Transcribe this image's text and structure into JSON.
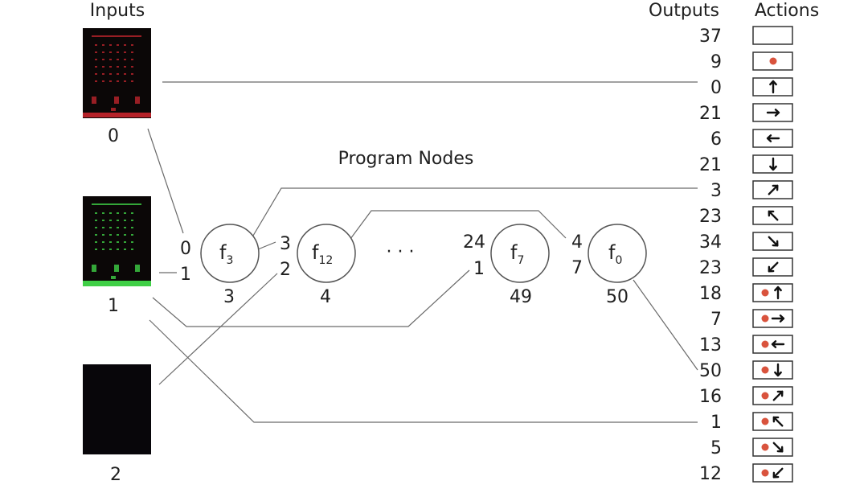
{
  "headers": {
    "inputs": "Inputs",
    "outputs": "Outputs",
    "actions": "Actions",
    "program_nodes": "Program Nodes"
  },
  "inputs": [
    {
      "label": "0",
      "screen": "red-invaders"
    },
    {
      "label": "1",
      "screen": "green-invaders"
    },
    {
      "label": "2",
      "screen": "black"
    }
  ],
  "nodes": [
    {
      "fn": "f",
      "sub": "3",
      "in_a": "0",
      "in_b": "1",
      "index": "3"
    },
    {
      "fn": "f",
      "sub": "12",
      "in_a": "3",
      "in_b": "2",
      "index": "4"
    },
    {
      "fn": "f",
      "sub": "7",
      "in_a": "24",
      "in_b": "1",
      "index": "49"
    },
    {
      "fn": "f",
      "sub": "0",
      "in_a": "4",
      "in_b": "7",
      "index": "50"
    }
  ],
  "ellipsis": "· · ·",
  "outputs": [
    "37",
    "9",
    "0",
    "21",
    "6",
    "21",
    "3",
    "23",
    "34",
    "23",
    "18",
    "7",
    "13",
    "50",
    "16",
    "1",
    "5",
    "12"
  ],
  "actions": [
    {
      "fire": false,
      "dir": "none"
    },
    {
      "fire": true,
      "dir": "none"
    },
    {
      "fire": false,
      "dir": "up"
    },
    {
      "fire": false,
      "dir": "right"
    },
    {
      "fire": false,
      "dir": "left"
    },
    {
      "fire": false,
      "dir": "down"
    },
    {
      "fire": false,
      "dir": "up-right"
    },
    {
      "fire": false,
      "dir": "up-left"
    },
    {
      "fire": false,
      "dir": "down-right"
    },
    {
      "fire": false,
      "dir": "down-left"
    },
    {
      "fire": true,
      "dir": "up"
    },
    {
      "fire": true,
      "dir": "right"
    },
    {
      "fire": true,
      "dir": "left"
    },
    {
      "fire": true,
      "dir": "down"
    },
    {
      "fire": true,
      "dir": "up-right"
    },
    {
      "fire": true,
      "dir": "up-left"
    },
    {
      "fire": true,
      "dir": "down-right"
    },
    {
      "fire": true,
      "dir": "down-left"
    }
  ],
  "colors": {
    "fire_dot": "#d9533d",
    "red_screen": "#c8262e",
    "green_screen": "#3fcf46",
    "screen_bg": "#0b0707"
  }
}
